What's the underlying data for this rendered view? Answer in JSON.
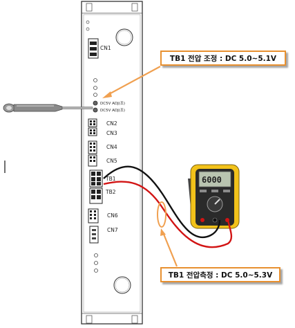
{
  "board": {
    "connectors": [
      {
        "id": "cn1",
        "label": "CN1"
      },
      {
        "id": "cn2",
        "label": "CN2"
      },
      {
        "id": "cn3",
        "label": "CN3"
      },
      {
        "id": "cn4",
        "label": "CN4"
      },
      {
        "id": "cn5",
        "label": "CN5"
      },
      {
        "id": "tb1",
        "label": "TB1"
      },
      {
        "id": "tb2",
        "label": "TB2"
      },
      {
        "id": "cn6",
        "label": "CN6"
      },
      {
        "id": "cn7",
        "label": "CN7"
      }
    ],
    "adj_labels": [
      "DC5V ADJ(조)",
      "DC5V ADJ(조)"
    ]
  },
  "meter": {
    "display": "6000"
  },
  "callouts": {
    "top": "TB1 전압 조정 : DC 5.0~5.1V",
    "bottom": "TB1 전압측정 : DC 5.0~5.3V"
  },
  "colors": {
    "callout_border": "#e8902f",
    "arrow": "#f0a050",
    "wire_red": "#d21414",
    "wire_black": "#111111",
    "meter_body": "#f2c21a"
  }
}
